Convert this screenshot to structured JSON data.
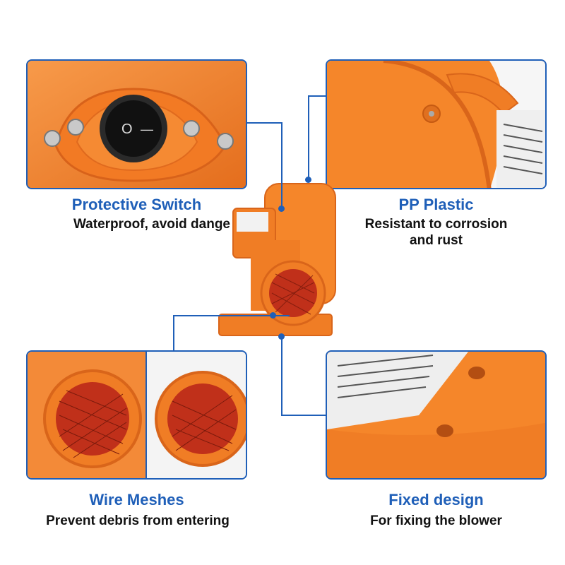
{
  "features": [
    {
      "title": "Protective Switch",
      "desc": "Waterproof, avoid dange"
    },
    {
      "title": "PP Plastic",
      "desc_line1": "Resistant to corrosion",
      "desc_line2": "and rust"
    },
    {
      "title": "Wire Meshes",
      "desc": "Prevent debris from entering"
    },
    {
      "title": "Fixed design",
      "desc": "For fixing the blower"
    }
  ],
  "switch_symbols": {
    "off": "O",
    "on": "—"
  },
  "colors": {
    "accent": "#1f5fb8",
    "housing": "#f5862a",
    "housing_dark": "#d9651a",
    "mesh": "#c0301a"
  },
  "icons": [
    "rocker-switch-icon",
    "screw-icon",
    "wire-mesh-icon",
    "air-blower-icon"
  ]
}
